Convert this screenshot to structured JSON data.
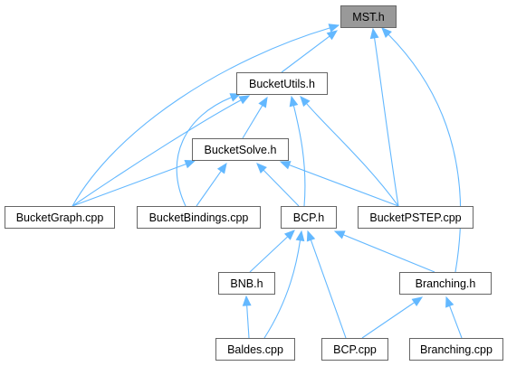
{
  "colors": {
    "edge": "#63b8ff",
    "node_fill": "#ffffff",
    "node_border": "#666666",
    "highlight_fill": "#999999",
    "text": "#000000"
  },
  "nodes": [
    {
      "id": "mst_h",
      "label": "MST.h",
      "highlight": true,
      "link": false
    },
    {
      "id": "bucketutils_h",
      "label": "BucketUtils.h",
      "highlight": false,
      "link": true
    },
    {
      "id": "bucketsolve_h",
      "label": "BucketSolve.h",
      "highlight": false,
      "link": true
    },
    {
      "id": "bucketgraph_cpp",
      "label": "BucketGraph.cpp",
      "highlight": false,
      "link": true
    },
    {
      "id": "bucketbindings_cpp",
      "label": "BucketBindings.cpp",
      "highlight": false,
      "link": true
    },
    {
      "id": "bcp_h",
      "label": "BCP.h",
      "highlight": false,
      "link": true
    },
    {
      "id": "bucketpstep_cpp",
      "label": "BucketPSTEP.cpp",
      "highlight": false,
      "link": true
    },
    {
      "id": "bnb_h",
      "label": "BNB.h",
      "highlight": false,
      "link": true
    },
    {
      "id": "branching_h",
      "label": "Branching.h",
      "highlight": false,
      "link": true
    },
    {
      "id": "baldes_cpp",
      "label": "Baldes.cpp",
      "highlight": false,
      "link": true
    },
    {
      "id": "bcp_cpp",
      "label": "BCP.cpp",
      "highlight": false,
      "link": true
    },
    {
      "id": "branching_cpp",
      "label": "Branching.cpp",
      "highlight": false,
      "link": true
    }
  ],
  "edges": [
    {
      "from": "bucketutils_h",
      "to": "mst_h"
    },
    {
      "from": "bucketgraph_cpp",
      "to": "mst_h"
    },
    {
      "from": "bucketpstep_cpp",
      "to": "mst_h"
    },
    {
      "from": "branching_h",
      "to": "mst_h"
    },
    {
      "from": "bucketsolve_h",
      "to": "bucketutils_h"
    },
    {
      "from": "bucketgraph_cpp",
      "to": "bucketutils_h"
    },
    {
      "from": "bucketbindings_cpp",
      "to": "bucketutils_h"
    },
    {
      "from": "bcp_h",
      "to": "bucketutils_h"
    },
    {
      "from": "bucketpstep_cpp",
      "to": "bucketutils_h"
    },
    {
      "from": "bucketgraph_cpp",
      "to": "bucketsolve_h"
    },
    {
      "from": "bucketbindings_cpp",
      "to": "bucketsolve_h"
    },
    {
      "from": "bcp_h",
      "to": "bucketsolve_h"
    },
    {
      "from": "bucketpstep_cpp",
      "to": "bucketsolve_h"
    },
    {
      "from": "bnb_h",
      "to": "bcp_h"
    },
    {
      "from": "baldes_cpp",
      "to": "bcp_h"
    },
    {
      "from": "bcp_cpp",
      "to": "bcp_h"
    },
    {
      "from": "branching_h",
      "to": "bcp_h"
    },
    {
      "from": "baldes_cpp",
      "to": "bnb_h"
    },
    {
      "from": "bcp_cpp",
      "to": "branching_h"
    },
    {
      "from": "branching_cpp",
      "to": "branching_h"
    }
  ]
}
